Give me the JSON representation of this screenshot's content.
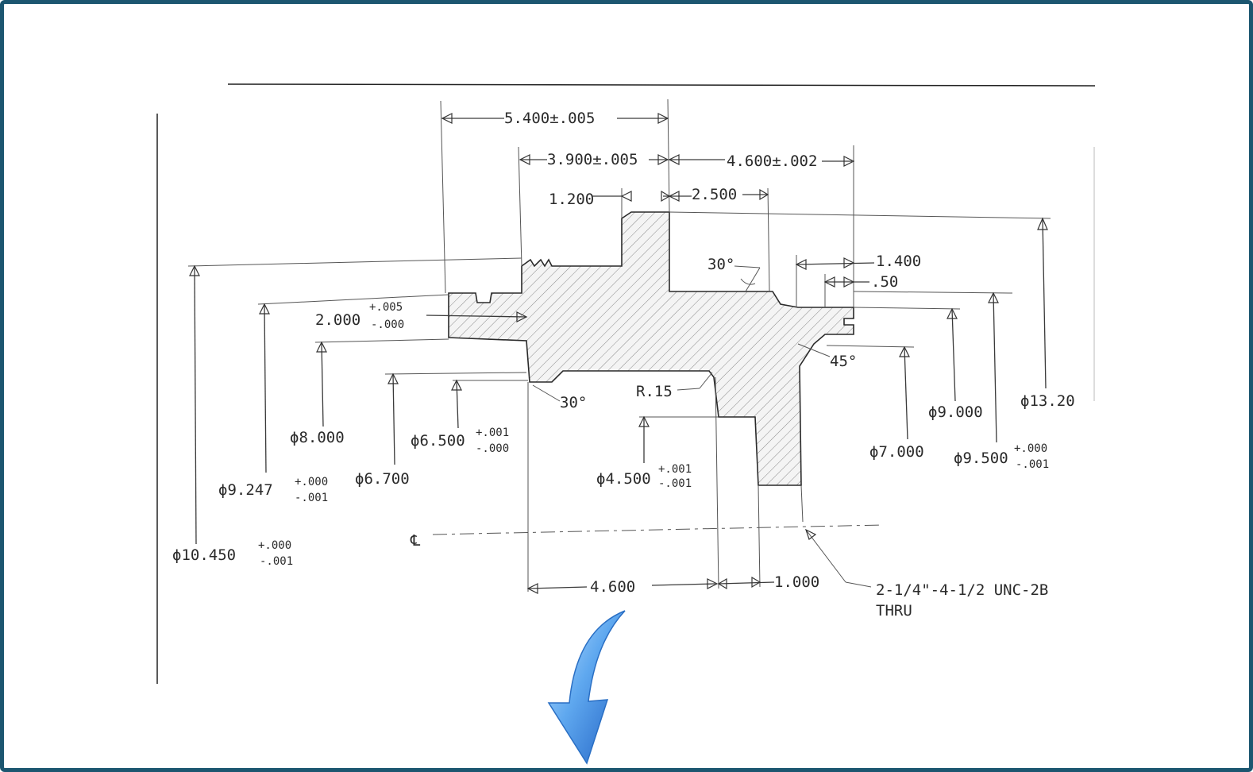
{
  "drawing": {
    "centerline_symbol": "℄",
    "dimensions": {
      "d_5400": "5.400±.005",
      "d_3900": "3.900±.005",
      "d_4600_top": "4.600±.002",
      "d_1200": "1.200",
      "d_2500": "2.500",
      "d_1400": "1.400",
      "d_050": ".50",
      "d_2000": "2.000",
      "d_2000_tol_plus": "+.005",
      "d_2000_tol_minus": "-.000",
      "d_4600_bottom": "4.600",
      "d_1000": "1.000",
      "angle_30_top": "30°",
      "angle_30_bottom": "30°",
      "angle_45": "45°",
      "radius": "R.15"
    },
    "diameters": {
      "dia_10450": "ϕ10.450",
      "dia_10450_tol_plus": "+.000",
      "dia_10450_tol_minus": "-.001",
      "dia_9247": "ϕ9.247",
      "dia_9247_tol_plus": "+.000",
      "dia_9247_tol_minus": "-.001",
      "dia_8000": "ϕ8.000",
      "dia_6700": "ϕ6.700",
      "dia_6500": "ϕ6.500",
      "dia_6500_tol_plus": "+.001",
      "dia_6500_tol_minus": "-.000",
      "dia_4500": "ϕ4.500",
      "dia_4500_tol_plus": "+.001",
      "dia_4500_tol_minus": "-.001",
      "dia_7000": "ϕ7.000",
      "dia_9000": "ϕ9.000",
      "dia_9500": "ϕ9.500",
      "dia_9500_tol_plus": "+.000",
      "dia_9500_tol_minus": "-.001",
      "dia_1320": "ϕ13.20"
    },
    "thread_note_line1": "2-1/4\"-4-1/2 UNC-2B",
    "thread_note_line2": "THRU"
  },
  "colors": {
    "frame_border": "#1c5670",
    "arrow_light": "#8ec7f5",
    "arrow_dark": "#1f6fcf"
  },
  "icons": {
    "arrow": "curved-down-arrow-icon"
  }
}
